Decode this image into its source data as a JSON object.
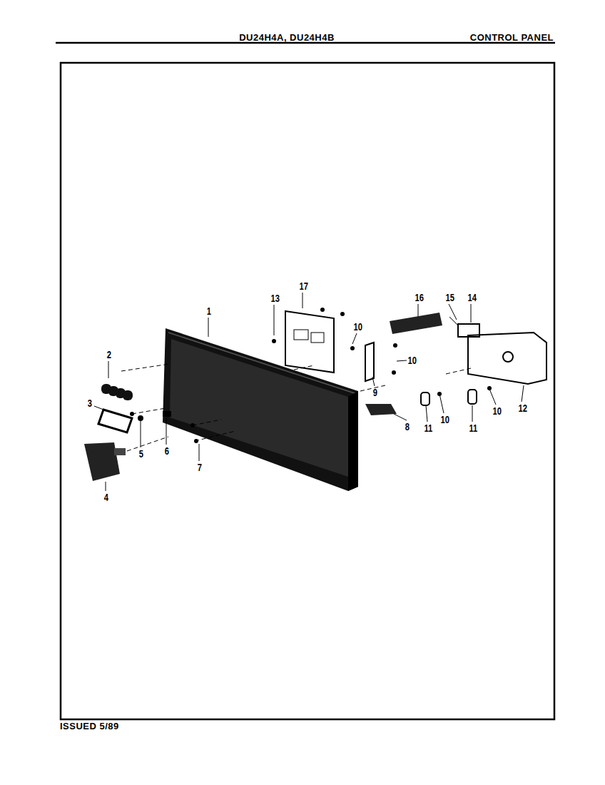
{
  "diagram": {
    "title": "DU24H4A, DU24H4B",
    "labels": [
      "CONTROL PANEL",
      "17",
      "16",
      "15",
      "14",
      "13",
      "1",
      "10",
      "2",
      "10",
      "9",
      "3",
      "12",
      "10",
      "10",
      "8",
      "11",
      "11",
      "6",
      "5",
      "7",
      "4",
      "ISSUED 5/89"
    ]
  }
}
